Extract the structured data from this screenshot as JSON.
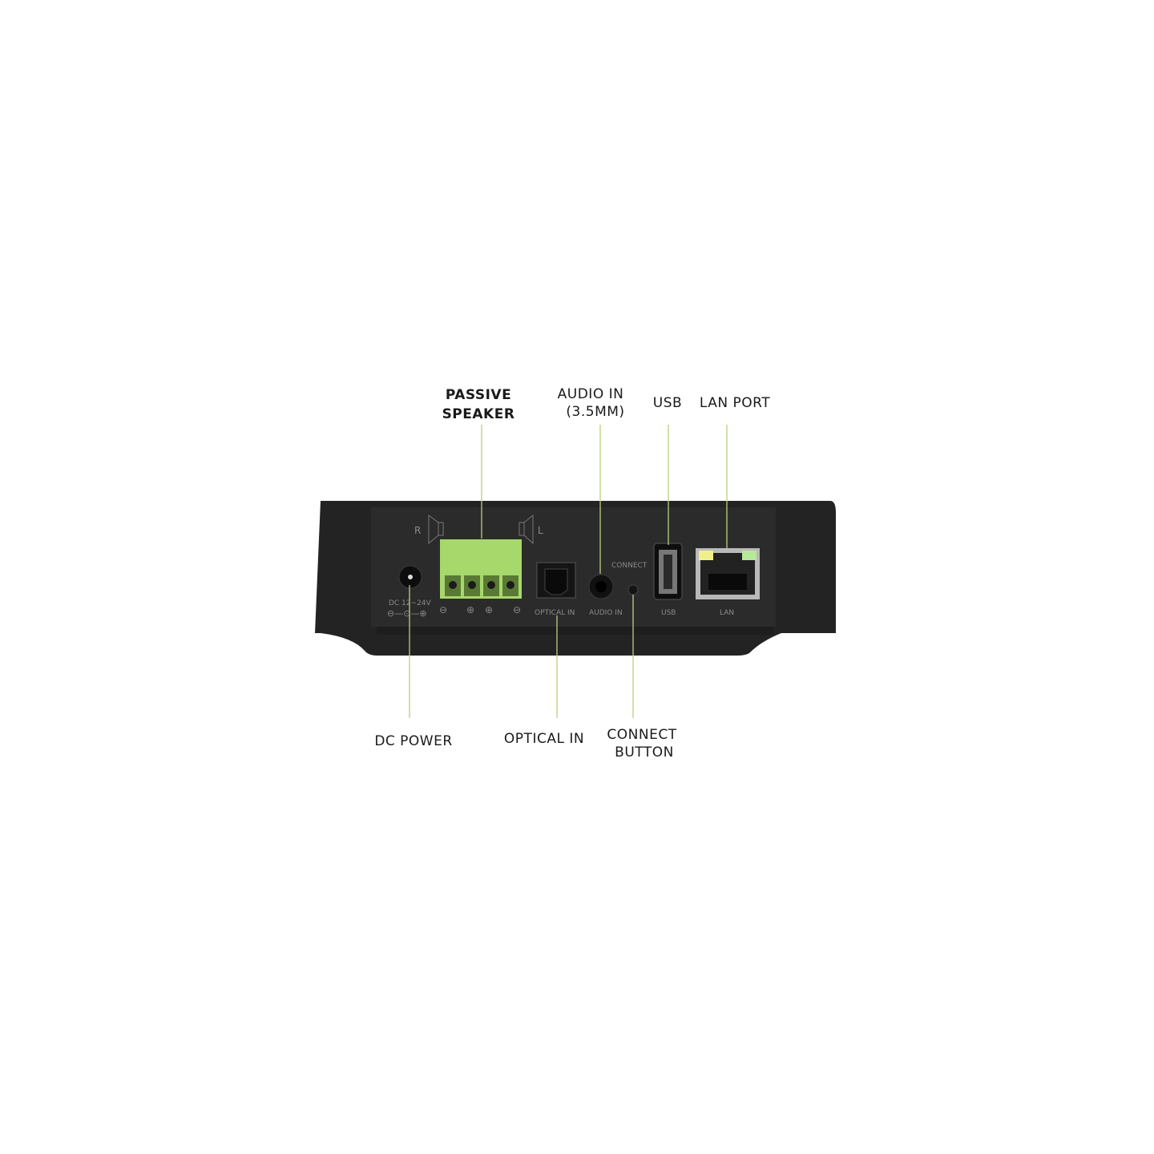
{
  "colors": {
    "leader_line": "#b8cf82",
    "terminal_green": "#a6d86c",
    "body": "#262626",
    "lan_led_left": "#f0f08a",
    "lan_led_right": "#b8e89a"
  },
  "callouts": {
    "passive_speaker": [
      "PASSIVE",
      "SPEAKER"
    ],
    "audio_in": [
      "AUDIO IN",
      "(3.5MM)"
    ],
    "usb": "USB",
    "lan_port": "LAN PORT",
    "dc_power": "DC POWER",
    "optical_in": "OPTICAL IN",
    "connect_button": [
      "CONNECT",
      "BUTTON"
    ]
  },
  "device_print": {
    "speaker_r": "R",
    "speaker_l": "L",
    "dc_rating": "DC 12~24V",
    "dc_polarity": "⊖—⊙—⊕",
    "terminal_polarity": [
      "⊖",
      "⊕",
      "⊕",
      "⊖"
    ],
    "optical_in": "OPTICAL IN",
    "audio_in": "AUDIO IN",
    "connect": "CONNECT",
    "usb": "USB",
    "lan": "LAN"
  }
}
